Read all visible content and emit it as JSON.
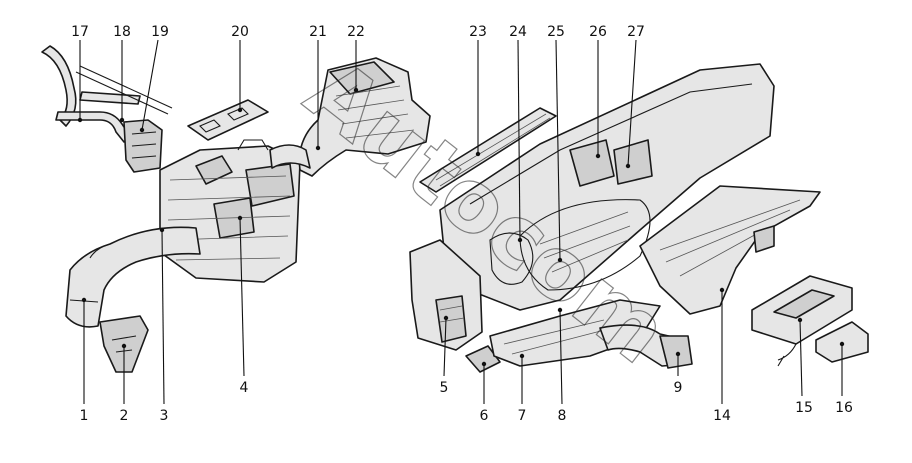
{
  "watermark": "Autocom",
  "callouts": [
    "1",
    "2",
    "3",
    "4",
    "5",
    "6",
    "7",
    "8",
    "9",
    "14",
    "15",
    "16",
    "17",
    "18",
    "19",
    "20",
    "21",
    "22",
    "23",
    "24",
    "25",
    "26",
    "27"
  ]
}
